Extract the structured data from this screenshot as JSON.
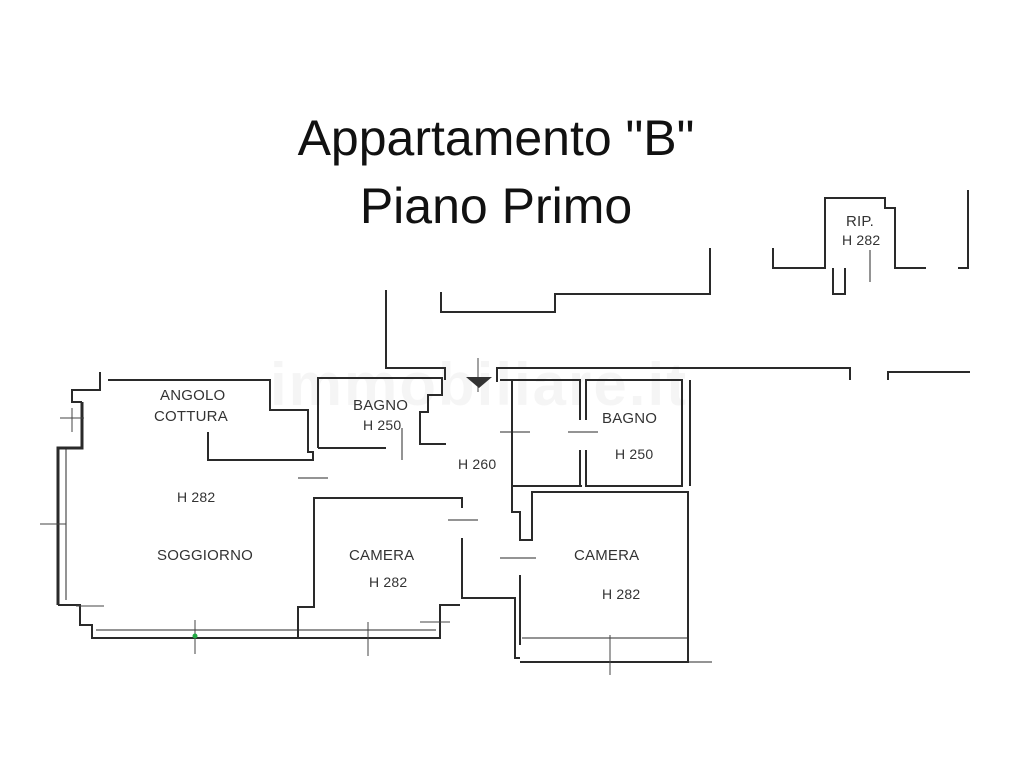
{
  "title": {
    "line1": "Appartamento \"B\"",
    "line2": "Piano Primo"
  },
  "watermark": "immobiliare.it",
  "rooms": [
    {
      "name": "ANGOLO",
      "name2": "COTTURA",
      "height": ""
    },
    {
      "name": "BAGNO",
      "height": "H 250"
    },
    {
      "name": "BAGNO",
      "height": "H 250"
    },
    {
      "name": "SOGGIORNO",
      "height": "H 282"
    },
    {
      "name": "CAMERA",
      "height": "H 282"
    },
    {
      "name": "CAMERA",
      "height": "H 282"
    },
    {
      "name": "RIP.",
      "height": "H 282"
    },
    {
      "name": "",
      "height": "H 260"
    }
  ],
  "entrance_marker": "entrance-arrow",
  "colors": {
    "wall": "#2a2a2a",
    "text": "#333333",
    "grid_mark": "#22aa44"
  }
}
